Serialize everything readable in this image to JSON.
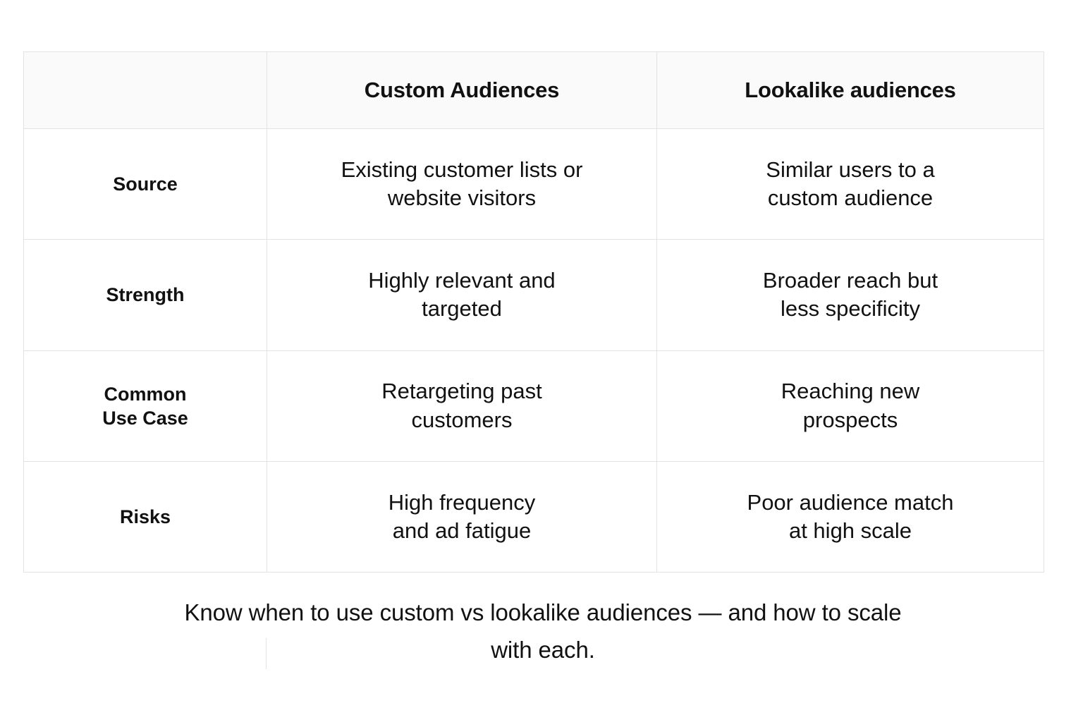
{
  "table": {
    "corner_label": "",
    "columns": [
      {
        "key": "label",
        "header": ""
      },
      {
        "key": "custom",
        "header": "Custom Audiences"
      },
      {
        "key": "lookalike",
        "header": "Lookalike audiences"
      }
    ],
    "rows": [
      {
        "label": "Source",
        "label_lines": [
          "Source"
        ],
        "custom": "Existing customer lists or website visitors",
        "custom_lines": [
          "Existing customer lists or",
          "website visitors"
        ],
        "lookalike": "Similar users to a custom audience",
        "lookalike_lines": [
          "Similar users to a",
          "custom audience"
        ]
      },
      {
        "label": "Strength",
        "label_lines": [
          "Strength"
        ],
        "custom": "Highly relevant and targeted",
        "custom_lines": [
          "Highly relevant and",
          "targeted"
        ],
        "lookalike": "Broader reach but less specificity",
        "lookalike_lines": [
          "Broader reach but",
          "less specificity"
        ]
      },
      {
        "label": "Common Use Case",
        "label_lines": [
          "Common",
          "Use Case"
        ],
        "custom": "Retargeting past customers",
        "custom_lines": [
          "Retargeting past",
          "customers"
        ],
        "lookalike": "Reaching new prospects",
        "lookalike_lines": [
          "Reaching new",
          "prospects"
        ]
      },
      {
        "label": "Risks",
        "label_lines": [
          "Risks"
        ],
        "custom": "High frequency and ad fatigue",
        "custom_lines": [
          "High frequency",
          "and ad fatigue"
        ],
        "lookalike": "Poor audience match at high scale",
        "lookalike_lines": [
          "Poor audience match",
          "at high scale"
        ]
      }
    ]
  },
  "caption": {
    "line1": "Know when to use custom vs lookalike audiences — and how to scale",
    "line2": "with each."
  },
  "colors": {
    "background": "#ffffff",
    "text": "#111111",
    "border": "#e3e3e3",
    "header_background": "#fafafa"
  }
}
